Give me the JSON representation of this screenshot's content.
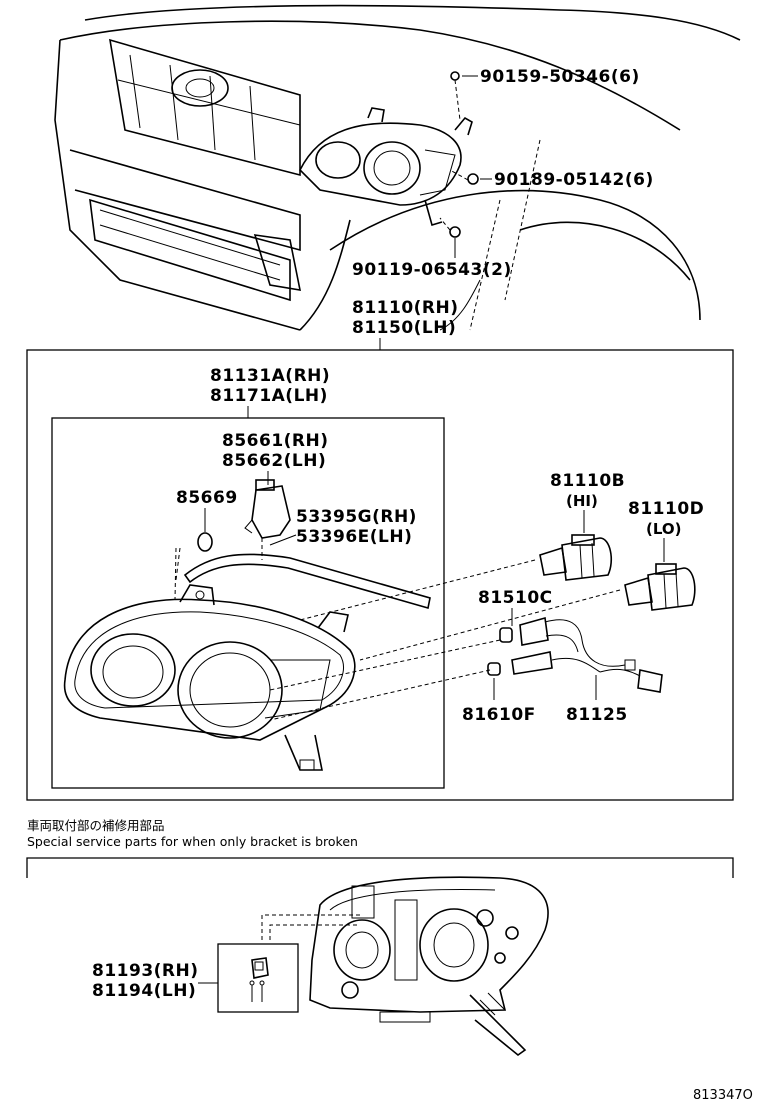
{
  "labels": {
    "bolt_top": "90159-50346(6)",
    "clip": "90189-05142(6)",
    "bolt_bottom": "90119-06543(2)",
    "assy_rh": "81110(RH)",
    "assy_lh": "81150(LH)",
    "unit_rh": "81131A(RH)",
    "unit_lh": "81171A(LH)",
    "actuator_rh": "85661(RH)",
    "actuator_lh": "85662(LH)",
    "oring": "85669",
    "seal_rh": "53395G(RH)",
    "seal_lh": "53396E(LH)",
    "bulb_hi": "81110B",
    "bulb_hi_sub": "(HI)",
    "bulb_lo": "81110D",
    "bulb_lo_sub": "(LO)",
    "socket_a": "81510C",
    "socket_b": "81610F",
    "wire": "81125",
    "bracket_rh": "81193(RH)",
    "bracket_lh": "81194(LH)",
    "note_jp": "車両取付部の補修用部品",
    "note_en": "Special service parts for when only bracket is broken",
    "figure_id": "813347O"
  }
}
